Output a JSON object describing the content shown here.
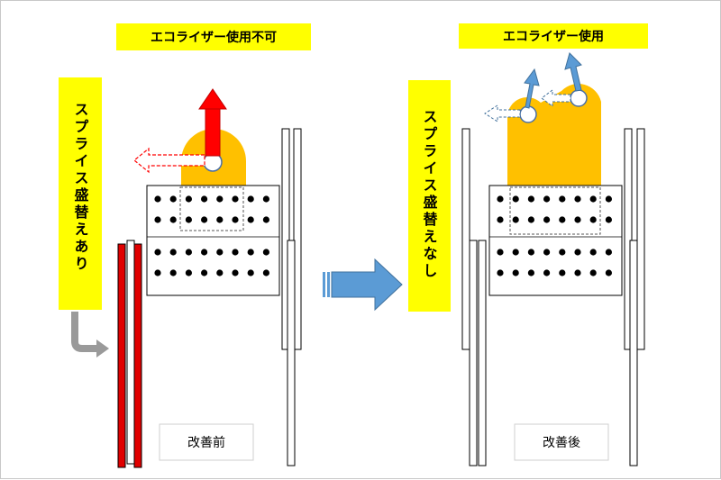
{
  "left_panel": {
    "banner": "エコライザー使用不可",
    "side_label": "スプライス盛替えあり",
    "caption": "改善前"
  },
  "right_panel": {
    "banner": "エコライザー使用",
    "side_label": "スプライス盛替えなし",
    "caption": "改善後"
  },
  "colors": {
    "banner_yellow": "#ffff00",
    "lug_orange": "#ffc000",
    "red_arrow": "#ff0000",
    "blue_arrow": "#5b9bd5",
    "red_plate": "#e00000",
    "gray_arrow": "#9a9a9a"
  }
}
